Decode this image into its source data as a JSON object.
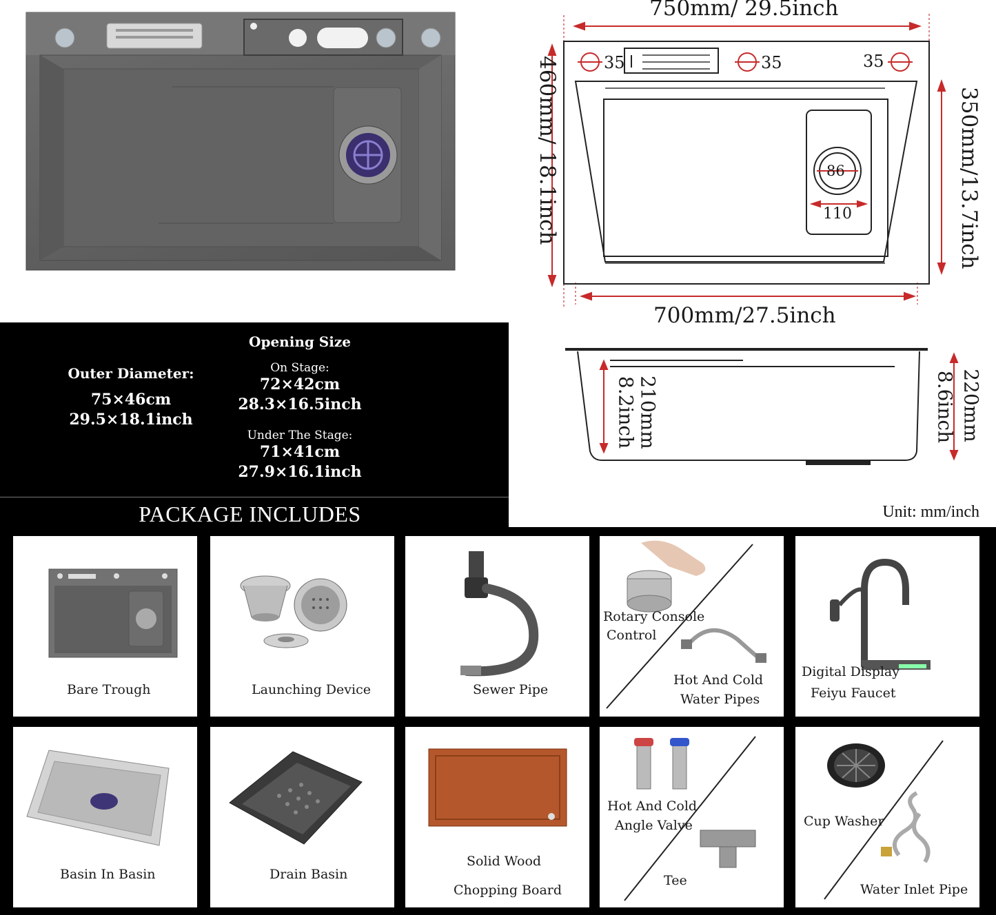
{
  "dimensions": {
    "top_width": "750mm/ 29.5inch",
    "left_height": "460mm/ 18.1inch",
    "right_inner_height": "350mm/13.7inch",
    "bottom_width": "700mm/27.5inch",
    "hole_left": "35",
    "hole_mid": "35",
    "hole_right": "35",
    "drain_diameter": "86",
    "drain_width": "110",
    "inner_depth": "210mm",
    "inner_depth_in": "8.2inch",
    "outer_depth": "220mm",
    "outer_depth_in": "8.6inch",
    "unit_note": "Unit: mm/inch"
  },
  "specs": {
    "outer_label": "Outer Diameter:",
    "outer_cm": "75×46cm",
    "outer_inch": "29.5×18.1inch",
    "opening_label": "Opening Size",
    "on_stage_label": "On Stage:",
    "on_stage_cm": "72×42cm",
    "on_stage_inch": "28.3×16.5inch",
    "under_stage_label": "Under The Stage:",
    "under_stage_cm": "71×41cm",
    "under_stage_inch": "27.9×16.1inch"
  },
  "package": {
    "title": "PACKAGE INCLUDES",
    "items": [
      {
        "icon": "sink-trough-icon",
        "lines": [
          "Bare Trough"
        ]
      },
      {
        "icon": "strainer-icon",
        "lines": [
          "Launching Device"
        ]
      },
      {
        "icon": "sewer-pipe-icon",
        "lines": [
          "Sewer Pipe"
        ]
      },
      {
        "icon": "rotary-knob-icon",
        "lines": [
          "Rotary Console",
          "Control",
          "Hot And Cold",
          "Water Pipes"
        ]
      },
      {
        "icon": "faucet-icon",
        "lines": [
          "Digital Display",
          "Feiyu Faucet"
        ]
      },
      {
        "icon": "basin-icon",
        "lines": [
          "Basin In Basin"
        ]
      },
      {
        "icon": "drain-basket-icon",
        "lines": [
          "Drain Basin"
        ]
      },
      {
        "icon": "cutting-board-icon",
        "lines": [
          "Solid Wood",
          "Chopping Board"
        ]
      },
      {
        "icon": "angle-valve-icon",
        "lines": [
          "Hot And Cold",
          "Angle Valve",
          "Tee"
        ]
      },
      {
        "icon": "cup-washer-icon",
        "lines": [
          "Cup Washer",
          "Water Inlet Pipe"
        ]
      }
    ]
  }
}
